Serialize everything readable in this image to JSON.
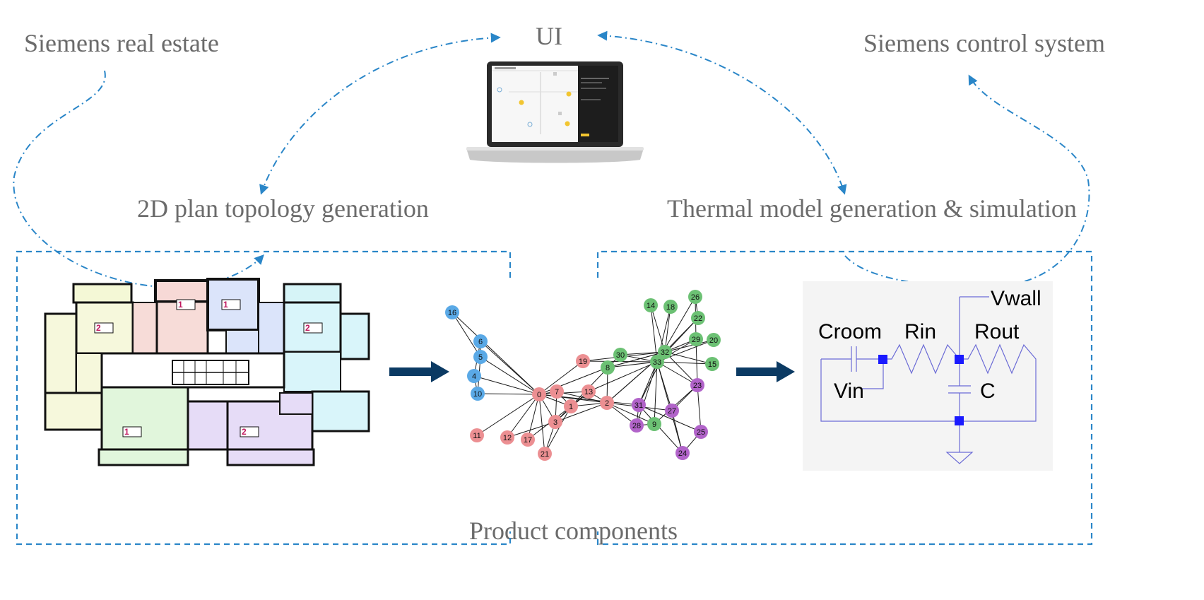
{
  "labels": {
    "real_estate": "Siemens real estate",
    "ui": "UI",
    "control_system": "Siemens control system",
    "plan_topology": "2D plan topology generation",
    "thermal_model": "Thermal model generation & simulation",
    "product_components": "Product components"
  },
  "colors": {
    "dashed_blue": "#2a86c8",
    "arrow_navy": "#0b3a63",
    "label_gray": "#6b6b6b",
    "node_blue": "#5aa9e6",
    "node_red": "#ec8f92",
    "node_green": "#6cc174",
    "node_purple": "#b163c9",
    "circuit_line": "#6b6bd6",
    "circuit_node": "#1a1aff"
  },
  "laptop_screen": {
    "dark_panel": "#1d1d1d",
    "marker_yellow": "#f2c530"
  },
  "graph": {
    "nodes": [
      {
        "id": "16",
        "group": "blue"
      },
      {
        "id": "6",
        "group": "blue"
      },
      {
        "id": "5",
        "group": "blue"
      },
      {
        "id": "4",
        "group": "blue"
      },
      {
        "id": "10",
        "group": "blue"
      },
      {
        "id": "0",
        "group": "red"
      },
      {
        "id": "7",
        "group": "red"
      },
      {
        "id": "19",
        "group": "red"
      },
      {
        "id": "13",
        "group": "red"
      },
      {
        "id": "1",
        "group": "red"
      },
      {
        "id": "2",
        "group": "red"
      },
      {
        "id": "3",
        "group": "red"
      },
      {
        "id": "11",
        "group": "red"
      },
      {
        "id": "12",
        "group": "red"
      },
      {
        "id": "17",
        "group": "red"
      },
      {
        "id": "21",
        "group": "red"
      },
      {
        "id": "14",
        "group": "green"
      },
      {
        "id": "18",
        "group": "green"
      },
      {
        "id": "26",
        "group": "green"
      },
      {
        "id": "22",
        "group": "green"
      },
      {
        "id": "29",
        "group": "green"
      },
      {
        "id": "20",
        "group": "green"
      },
      {
        "id": "30",
        "group": "green"
      },
      {
        "id": "32",
        "group": "green"
      },
      {
        "id": "8",
        "group": "green"
      },
      {
        "id": "33",
        "group": "green"
      },
      {
        "id": "15",
        "group": "green"
      },
      {
        "id": "9",
        "group": "green"
      },
      {
        "id": "23",
        "group": "purple"
      },
      {
        "id": "31",
        "group": "purple"
      },
      {
        "id": "27",
        "group": "purple"
      },
      {
        "id": "28",
        "group": "purple"
      },
      {
        "id": "25",
        "group": "purple"
      },
      {
        "id": "24",
        "group": "purple"
      }
    ],
    "edges": [
      [
        "16",
        "0"
      ],
      [
        "16",
        "5"
      ],
      [
        "6",
        "0"
      ],
      [
        "6",
        "5"
      ],
      [
        "6",
        "4"
      ],
      [
        "5",
        "0"
      ],
      [
        "5",
        "10"
      ],
      [
        "4",
        "0"
      ],
      [
        "4",
        "10"
      ],
      [
        "10",
        "0"
      ],
      [
        "0",
        "7"
      ],
      [
        "0",
        "1"
      ],
      [
        "0",
        "2"
      ],
      [
        "0",
        "3"
      ],
      [
        "0",
        "11"
      ],
      [
        "0",
        "12"
      ],
      [
        "0",
        "17"
      ],
      [
        "0",
        "21"
      ],
      [
        "0",
        "19"
      ],
      [
        "0",
        "13"
      ],
      [
        "0",
        "8"
      ],
      [
        "0",
        "31"
      ],
      [
        "7",
        "1"
      ],
      [
        "7",
        "3"
      ],
      [
        "7",
        "2"
      ],
      [
        "1",
        "3"
      ],
      [
        "1",
        "2"
      ],
      [
        "1",
        "13"
      ],
      [
        "1",
        "17"
      ],
      [
        "1",
        "21"
      ],
      [
        "1",
        "30"
      ],
      [
        "2",
        "3"
      ],
      [
        "2",
        "13"
      ],
      [
        "2",
        "8"
      ],
      [
        "2",
        "9"
      ],
      [
        "2",
        "27"
      ],
      [
        "2",
        "28"
      ],
      [
        "2",
        "32"
      ],
      [
        "3",
        "12"
      ],
      [
        "3",
        "13"
      ],
      [
        "3",
        "21"
      ],
      [
        "19",
        "33"
      ],
      [
        "19",
        "32"
      ],
      [
        "13",
        "33"
      ],
      [
        "8",
        "30"
      ],
      [
        "8",
        "32"
      ],
      [
        "8",
        "33"
      ],
      [
        "30",
        "33"
      ],
      [
        "30",
        "32"
      ],
      [
        "33",
        "32"
      ],
      [
        "33",
        "14"
      ],
      [
        "33",
        "18"
      ],
      [
        "33",
        "26"
      ],
      [
        "33",
        "22"
      ],
      [
        "33",
        "29"
      ],
      [
        "33",
        "20"
      ],
      [
        "33",
        "15"
      ],
      [
        "33",
        "9"
      ],
      [
        "33",
        "31"
      ],
      [
        "33",
        "27"
      ],
      [
        "33",
        "28"
      ],
      [
        "33",
        "23"
      ],
      [
        "33",
        "24"
      ],
      [
        "32",
        "14"
      ],
      [
        "32",
        "18"
      ],
      [
        "32",
        "22"
      ],
      [
        "32",
        "20"
      ],
      [
        "32",
        "15"
      ],
      [
        "32",
        "29"
      ],
      [
        "32",
        "23"
      ],
      [
        "32",
        "31"
      ],
      [
        "32",
        "2"
      ],
      [
        "32",
        "8"
      ],
      [
        "31",
        "28"
      ],
      [
        "31",
        "24"
      ],
      [
        "31",
        "25"
      ],
      [
        "28",
        "9"
      ],
      [
        "9",
        "23"
      ],
      [
        "27",
        "23"
      ],
      [
        "23",
        "25"
      ],
      [
        "23",
        "29"
      ],
      [
        "24",
        "25"
      ],
      [
        "24",
        "27"
      ],
      [
        "26",
        "29"
      ],
      [
        "26",
        "22"
      ]
    ]
  },
  "circuit": {
    "vwall": "Vwall",
    "croom": "Croom",
    "rin": "Rin",
    "rout": "Rout",
    "vin": "Vin",
    "c": "C"
  }
}
